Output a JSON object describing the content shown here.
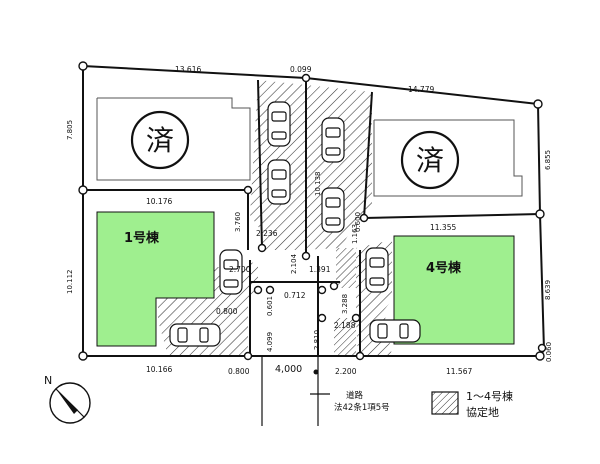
{
  "colors": {
    "building_fill": "#9fef8f",
    "line": "#111111",
    "hatch": "#333333",
    "background": "#ffffff"
  },
  "stamps": {
    "sold_left": "済",
    "sold_right": "済"
  },
  "buildings": {
    "b1": "1号棟",
    "b4": "4号棟"
  },
  "dimensions": {
    "top_left": "13.616",
    "top_mid": "0.099",
    "top_right": "14.779",
    "left_upper": "7.805",
    "left_lower": "10.112",
    "right_upper": "6.855",
    "right_lower": "8.639",
    "lot1_top": "10.176",
    "lot4_top": "11.355",
    "lot1_bottom": "10.166",
    "lot4_bottom": "11.567",
    "bottom_left_small": "0.800",
    "bottom_right_small": "0.060",
    "frontage": "4,000",
    "bottom_mid_right": "2.200",
    "corner_left": "3.760",
    "passage_left": "2.236",
    "passage_w1": "2.700",
    "passage_w2": "2.104",
    "passage_w3": "1.391",
    "passage_mid": "10.138",
    "mid_right_small": "1.163",
    "lower_mid": "0.712",
    "lower_left_small": "0.800",
    "lower_v1": "4.099",
    "lower_v2": "0.601",
    "lower_v3": "2.810",
    "lower_v4": "3.288",
    "lower_right": "2.188",
    "tiny_upper_right": "0.600"
  },
  "road": {
    "label": "道路",
    "clause": "法42条1項5号"
  },
  "legend": {
    "line1": "1～4号棟",
    "line2": "協定地"
  },
  "compass": {
    "label": "N"
  }
}
